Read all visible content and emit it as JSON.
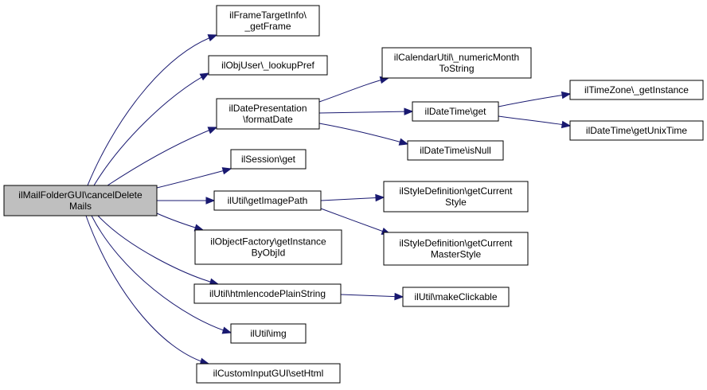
{
  "graph": {
    "colors": {
      "edge": "#191970",
      "root_fill": "#bfbfbf",
      "node_fill": "#ffffff",
      "node_border": "#000000"
    },
    "nodes": [
      {
        "id": "root",
        "lines": [
          "ilMailFolderGUI\\cancelDelete",
          "Mails"
        ],
        "root": true
      },
      {
        "id": "frame",
        "lines": [
          "ilFrameTargetInfo\\",
          "_getFrame"
        ]
      },
      {
        "id": "lookup",
        "lines": [
          "ilObjUser\\_lookupPref"
        ]
      },
      {
        "id": "datepres",
        "lines": [
          "ilDatePresentation",
          "\\formatDate"
        ]
      },
      {
        "id": "session",
        "lines": [
          "ilSession\\get"
        ]
      },
      {
        "id": "imagepath",
        "lines": [
          "ilUtil\\getImagePath"
        ]
      },
      {
        "id": "objfactory",
        "lines": [
          "ilObjectFactory\\getInstance",
          "ByObjId"
        ]
      },
      {
        "id": "htmlenc",
        "lines": [
          "ilUtil\\htmlencodePlainString"
        ]
      },
      {
        "id": "img",
        "lines": [
          "ilUtil\\img"
        ]
      },
      {
        "id": "custominput",
        "lines": [
          "ilCustomInputGUI\\setHtml"
        ]
      },
      {
        "id": "calutil",
        "lines": [
          "ilCalendarUtil\\_numericMonth",
          "ToString"
        ]
      },
      {
        "id": "dtget",
        "lines": [
          "ilDateTime\\get"
        ]
      },
      {
        "id": "isnull",
        "lines": [
          "ilDateTime\\isNull"
        ]
      },
      {
        "id": "tzget",
        "lines": [
          "ilTimeZone\\_getInstance"
        ]
      },
      {
        "id": "unixtime",
        "lines": [
          "ilDateTime\\getUnixTime"
        ]
      },
      {
        "id": "stylecur",
        "lines": [
          "ilStyleDefinition\\getCurrent",
          "Style"
        ]
      },
      {
        "id": "stylemaster",
        "lines": [
          "ilStyleDefinition\\getCurrent",
          "MasterStyle"
        ]
      },
      {
        "id": "clickable",
        "lines": [
          "ilUtil\\makeClickable"
        ]
      }
    ],
    "edges": [
      {
        "from": "root",
        "to": "frame"
      },
      {
        "from": "root",
        "to": "lookup"
      },
      {
        "from": "root",
        "to": "datepres"
      },
      {
        "from": "root",
        "to": "session"
      },
      {
        "from": "root",
        "to": "imagepath"
      },
      {
        "from": "root",
        "to": "objfactory"
      },
      {
        "from": "root",
        "to": "htmlenc"
      },
      {
        "from": "root",
        "to": "img"
      },
      {
        "from": "root",
        "to": "custominput"
      },
      {
        "from": "datepres",
        "to": "calutil"
      },
      {
        "from": "datepres",
        "to": "dtget"
      },
      {
        "from": "datepres",
        "to": "isnull"
      },
      {
        "from": "dtget",
        "to": "tzget"
      },
      {
        "from": "dtget",
        "to": "unixtime"
      },
      {
        "from": "imagepath",
        "to": "stylecur"
      },
      {
        "from": "imagepath",
        "to": "stylemaster"
      },
      {
        "from": "htmlenc",
        "to": "clickable"
      }
    ]
  }
}
